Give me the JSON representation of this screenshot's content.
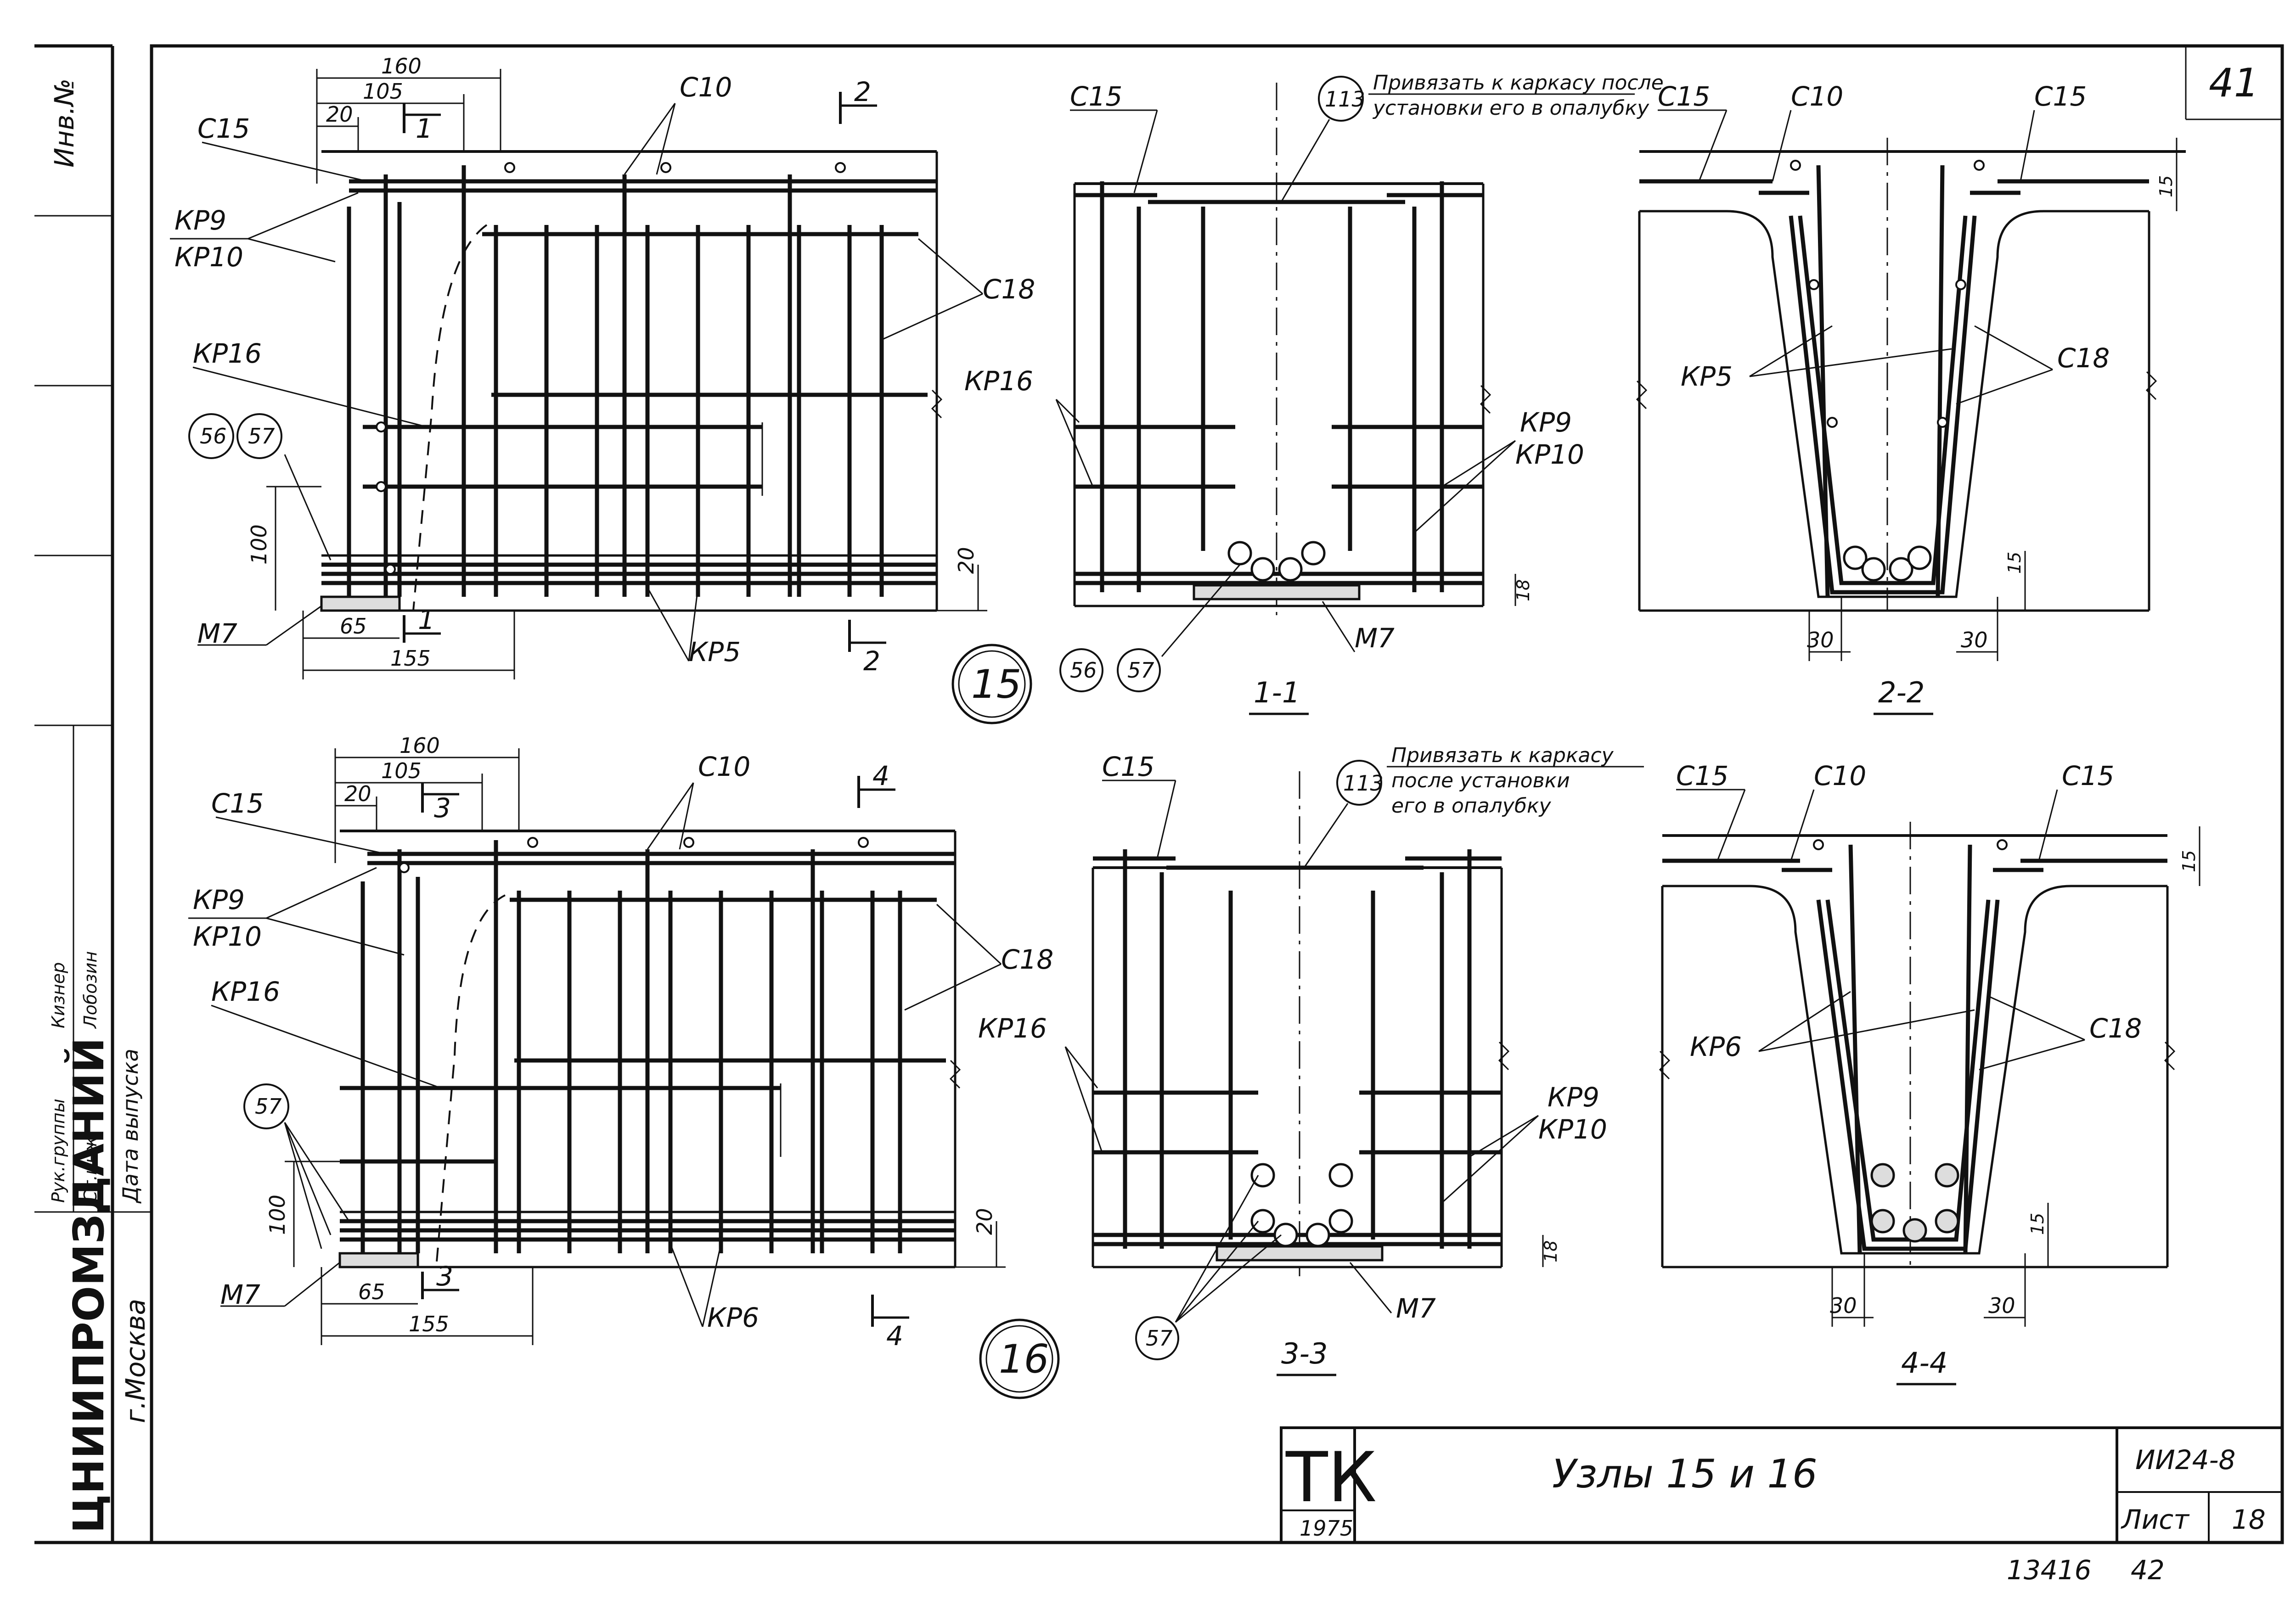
{
  "sheet_number": "41",
  "stamp": {
    "logo": "ТК",
    "year": "1975",
    "title": "Узлы 15 и 16",
    "series": "ИИ24-8",
    "sheet_label": "Лист",
    "sheet_value": "18",
    "archive_number": "13416",
    "page_number": "42"
  },
  "side_strip": {
    "organization": "ЦНИИПРОМЗДАНИЙ",
    "city": "г.Москва",
    "inv_label": "Инв.№",
    "head_label": "Рук.группы",
    "engineer_label": "Ст.инж.",
    "head_name": "Кизнер",
    "engineer_name": "Лобозин",
    "date_label": "Дата выпуска"
  },
  "node_15": {
    "number": "15",
    "elevation": {
      "dims": {
        "top": "160",
        "upper": "105",
        "left": "20",
        "height": "100",
        "bottom_small": "65",
        "bottom": "155",
        "right": "20"
      },
      "labels": {
        "c15": "С15",
        "c10": "С10",
        "c18": "С18",
        "kr9": "КР9",
        "kr10": "КР10",
        "kr16": "КР16",
        "kr5": "КР5",
        "m7": "М7",
        "p56": "56",
        "p57": "57"
      },
      "cuts": {
        "a": "1",
        "b": "2"
      }
    },
    "section_1_1": {
      "title": "1-1",
      "note_line1": "Привязать к каркасу после",
      "note_line2": "установки его в опалубку",
      "labels": {
        "c15": "С15",
        "p113": "113",
        "kr16": "КР16",
        "kr9": "КР9",
        "kr10": "КР10",
        "m7": "М7",
        "p56": "56",
        "p57": "57",
        "dim18": "18"
      }
    },
    "section_2_2": {
      "title": "2-2",
      "labels": {
        "c15a": "С15",
        "c10": "С10",
        "c15b": "С15",
        "kr5": "КР5",
        "c18": "С18",
        "d15a": "15",
        "d15b": "15",
        "d30a": "30",
        "d30b": "30"
      }
    }
  },
  "node_16": {
    "number": "16",
    "elevation": {
      "dims": {
        "top": "160",
        "upper": "105",
        "left": "20",
        "height": "100",
        "bottom_small": "65",
        "bottom": "155",
        "right": "20"
      },
      "labels": {
        "c15": "С15",
        "c10": "С10",
        "c18": "С18",
        "kr9": "КР9",
        "kr10": "КР10",
        "kr16": "КР16",
        "kr6": "КР6",
        "m7": "М7",
        "p57": "57"
      },
      "cuts": {
        "a": "3",
        "b": "4"
      }
    },
    "section_3_3": {
      "title": "3-3",
      "note_line1": "Привязать к каркасу",
      "note_line2": "после установки",
      "note_line3": "его в опалубку",
      "labels": {
        "c15": "С15",
        "p113": "113",
        "kr16": "КР16",
        "kr9": "КР9",
        "kr10": "КР10",
        "m7": "М7",
        "p57": "57",
        "dim18": "18"
      }
    },
    "section_4_4": {
      "title": "4-4",
      "labels": {
        "c15a": "С15",
        "c10": "С10",
        "c15b": "С15",
        "kr6": "КР6",
        "c18": "С18",
        "d15a": "15",
        "d15b": "15",
        "d30a": "30",
        "d30b": "30"
      }
    }
  }
}
